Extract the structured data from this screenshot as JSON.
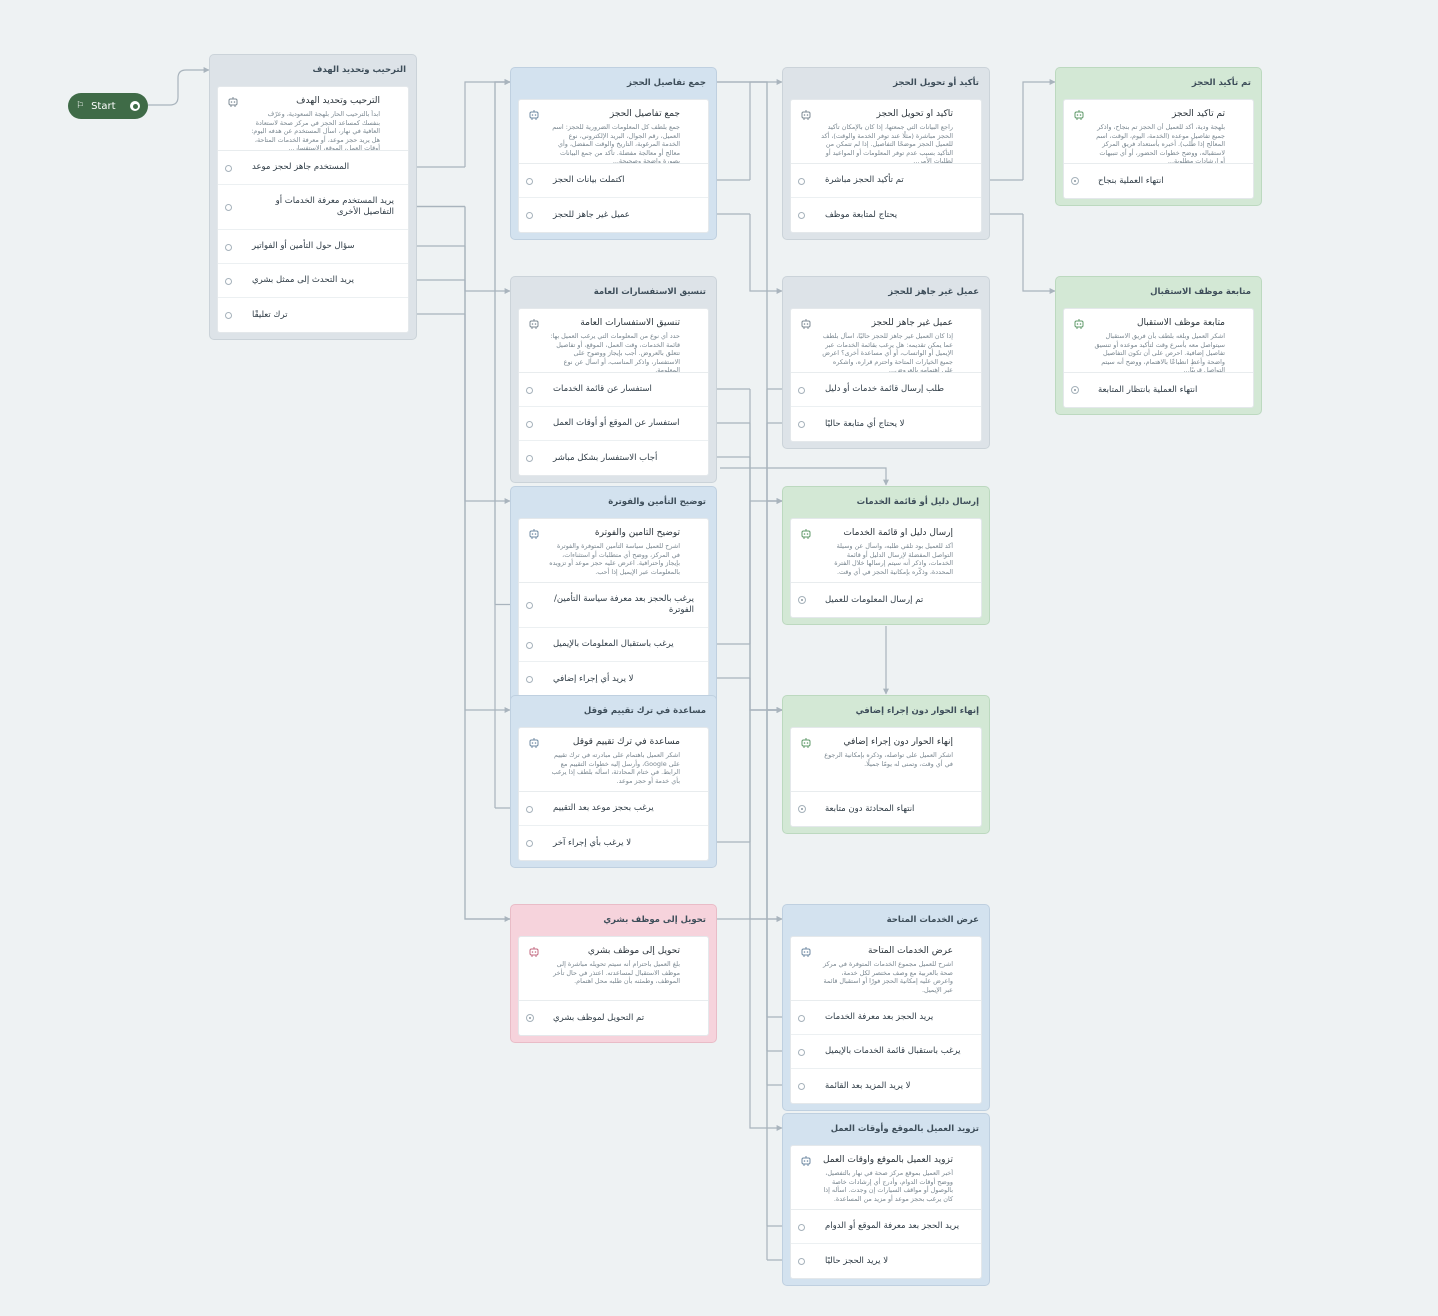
{
  "start": {
    "label": "Start"
  },
  "colors": {
    "gray": "#dde3e8",
    "blue": "#d3e2ef",
    "green": "#d3e8d5",
    "pink": "#f6d3dc",
    "edge": "#a9b4bd",
    "start": "#3f6b47"
  },
  "nodes": [
    {
      "id": "welcome",
      "color": "gray",
      "title": "الترحيب وتحديد الهدف",
      "msg_title": "الترحيب وتحديد الهدف",
      "msg_body": "ابدأ بالترحيب الحار بلهجة السعودية، وعرّف بنفسك كمساعد الحجز في مركز صحة لاستعادة العافية في نهار، اسأل المستخدم عن هدفه اليوم: هل يريد حجز موعد، أو معرفة الخدمات المتاحة، أوقات العمل، الموقع، الاستفسار...",
      "options": [
        "المستخدم جاهز لحجز موعد",
        "يريد المستخدم معرفة الخدمات أو التفاصيل الأخرى",
        "سؤال حول التأمين أو الفواتير",
        "يريد التحدث إلى ممثل بشري",
        "ترك تعليقًا"
      ]
    },
    {
      "id": "collect",
      "color": "blue",
      "title": "جمع تفاصيل الحجز",
      "msg_title": "جمع تفاصيل الحجز",
      "msg_body": "جمع بلطف كل المعلومات الضرورية للحجز: اسم العميل، رقم الجوال، البريد الإلكتروني، نوع الخدمة المرغوبة، التاريخ والوقت المفضل، وأي معالج أو معالجة مفضلة. تأكد من جمع البيانات بصورة واضحة وصحيحة...",
      "options": [
        "اكتملت بيانات الحجز",
        "عميل غير جاهز للحجز"
      ]
    },
    {
      "id": "confirm",
      "color": "gray",
      "title": "تأكيد أو تحويل الحجز",
      "msg_title": "تأكيد أو تحويل الحجز",
      "msg_body": "راجع البيانات التي جمعتها، إذا كان بالإمكان تأكيد الحجز مباشرة (مثلًا عند توفر الخدمة والوقت)، أكد للعميل الحجز موضحًا التفاصيل. إذا لم تتمكن من التأكيد بسبب عدم توفر المعلومات أو المواعيد أو لطلبات الأمر...",
      "options": [
        "تم تأكيد الحجز مباشرة",
        "يحتاج لمتابعة موظف"
      ]
    },
    {
      "id": "confirmed",
      "color": "green",
      "title": "تم تأكيد الحجز",
      "msg_title": "تم تأكيد الحجز",
      "msg_body": "بلهجة ودية، أكد للعميل أن الحجز تم بنجاح، واذكر جميع تفاصيل موعده (الخدمة، اليوم، الوقت، اسم المعالج إذا طُلب). أخبره بأستعداد فريق المركز لاستقباله، ووضح خطوات الحضور، أو أي تنبيهات أو إرشادات مطلوبة...",
      "options": [
        "انتهاء العملية بنجاح"
      ]
    },
    {
      "id": "followup",
      "color": "green",
      "title": "متابعة موظف الاستقبال",
      "msg_title": "متابعة موظف الاستقبال",
      "msg_body": "اشكر العميل وبلغه بلطف بأن فريق الاستقبال سيتواصل معه بأسرع وقت لتأكيد موعده أو تنسيق تفاصيل إضافية. احرص على أن تكون التفاصيل واضحة وأعطِ انطباعًا بالاهتمام، ووضح أنه سيتم التواصل قريبًا...",
      "options": [
        "انتهاء العملية بانتظار المتابعة"
      ]
    },
    {
      "id": "general",
      "color": "gray",
      "title": "تنسيق الاستفسارات العامة",
      "msg_title": "تنسيق الاستفسارات العامة",
      "msg_body": "حدد أي نوع من المعلومات التي يرغب العميل بها: قائمة الخدمات، وقت العمل، الموقع، أو تفاصيل تتعلق بالعروض. أجب بإيجاز ووضوح على الاستفسار، واذكر المناسب، أو اسأل عن نوع المعلومة.",
      "options": [
        "استفسار عن قائمة الخدمات",
        "استفسار عن الموقع أو أوقات العمل",
        "أجاب الاستفسار بشكل مباشر"
      ]
    },
    {
      "id": "notready",
      "color": "gray",
      "title": "عميل غير جاهز للحجز",
      "msg_title": "عميل غير جاهز للحجز",
      "msg_body": "إذا كان العميل غير جاهز للحجز حاليًا، اسأل بلطف عما يمكن تقديمه: هل يرغب بقائمة الخدمات عبر الإيميل أو الواتساب، أو أي مساعدة أخرى؟ اعرض جميع الخيارات المتاحة واحترم قراره، واشكره على اهتمامه بالعروض...",
      "options": [
        "طلب إرسال قائمة خدمات أو دليل",
        "لا يحتاج أي متابعة حاليًا"
      ]
    },
    {
      "id": "insurance",
      "color": "blue",
      "title": "توضيح التأمين والفوترة",
      "msg_title": "توضيح التأمين والفوترة",
      "msg_body": "اشرح للعميل سياسة التأمين المتوفرة والفوترة في المركز، ووضح أي متطلبات أو استثناءات، بإيجاز واحترافية. اعرض عليه حجز موعد أو تزويده بالمعلومات عبر الإيميل إذا أحب.",
      "options": [
        "يرغب بالحجز بعد معرفة سياسة التأمين/الفوترة",
        "يرغب باستقبال المعلومات بالإيميل",
        "لا يريد أي إجراء إضافي"
      ]
    },
    {
      "id": "sendguide",
      "color": "green",
      "title": "إرسال دليل أو قائمة الخدمات",
      "msg_title": "إرسال دليل أو قائمة الخدمات",
      "msg_body": "أكد للعميل بود تلقي طلبه، واسأل عن وسيلة التواصل المفضلة لإرسال الدليل أو قائمة الخدمات، واذكر أنه سيتم إرسالها خلال الفترة المحددة، وذكّره بإمكانية الحجز في أي وقت.",
      "options": [
        "تم إرسال المعلومات للعميل"
      ]
    },
    {
      "id": "review",
      "color": "blue",
      "title": "مساعدة في ترك تقييم قوقل",
      "msg_title": "مساعدة في ترك تقييم قوقل",
      "msg_body": "اشكر العميل باهتمام على مبادرته في ترك تقييم على Google، وأرسل إليه خطوات التقييم مع الرابط. في ختام المحادثة، اسأله بلطف إذا يرغب بأي خدمة أو حجز موعد.",
      "options": [
        "يرغب بحجز موعد بعد التقييم",
        "لا يرغب بأي إجراء آخر"
      ]
    },
    {
      "id": "endnoaction",
      "color": "green",
      "title": "إنهاء الحوار دون إجراء إضافي",
      "msg_title": "إنهاء الحوار دون إجراء إضافي",
      "msg_body": "اشكر العميل على تواصله، وذكره بإمكانية الرجوع في أي وقت، وتمنى له يومًا جميلًا.",
      "options": [
        "انتهاء المحادثة دون متابعة"
      ]
    },
    {
      "id": "human",
      "color": "pink",
      "title": "تحويل إلى موظف بشري",
      "msg_title": "تحويل إلى موظف بشري",
      "msg_body": "بلغ العميل باحترام أنه سيتم تحويله مباشرة إلى موظف الاستقبال لمساعدته. اعتذر في حال تأخر الموظف، وطمئنه بأن طلبه محل اهتمام.",
      "options": [
        "تم التحويل لموظف بشري"
      ]
    },
    {
      "id": "services",
      "color": "blue",
      "title": "عرض الخدمات المتاحة",
      "msg_title": "عرض الخدمات المتاحة",
      "msg_body": "اشرح للعميل مجموع الخدمات المتوفرة في مركز صحة بالعربية مع وصف مختصر لكل خدمة، واعرض عليه إمكانية الحجز فورًا أو استقبال قائمة عبر الإيميل.",
      "options": [
        "يريد الحجز بعد معرفة الخدمات",
        "يرغب باستقبال قائمة الخدمات بالإيميل",
        "لا يريد المزيد بعد القائمة"
      ]
    },
    {
      "id": "location",
      "color": "blue",
      "title": "تزويد العميل بالموقع وأوقات العمل",
      "msg_title": "تزويد العميل بالموقع وأوقات العمل",
      "msg_body": "أخبر العميل بموقع مركز صحة في نهار بالتفصيل، ووضح أوقات الدوام، وأدرج أي إرشادات خاصة بالوصول أو مواقف السيارات إن وجدت. اسأله إذا كان يرغب بحجز موعد أو مزيد من المساعدة.",
      "options": [
        "يريد الحجز بعد معرفة الموقع أو الدوام",
        "لا يريد الحجز حاليًا"
      ]
    }
  ]
}
